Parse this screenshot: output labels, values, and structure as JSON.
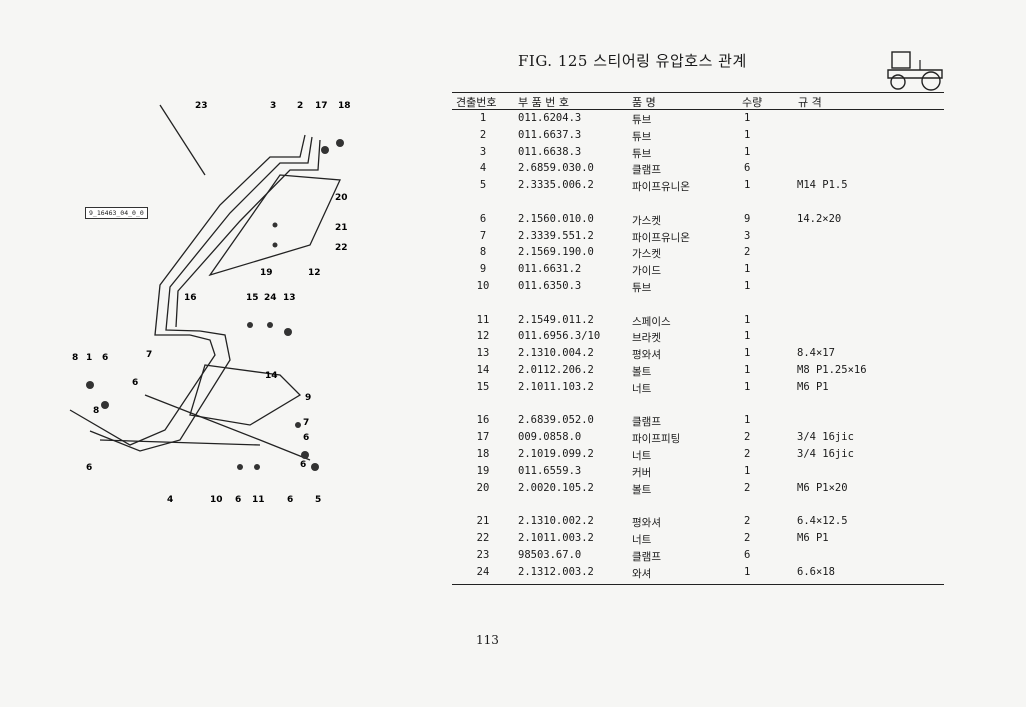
{
  "header": {
    "title": "FIG. 125 스티어링 유압호스 관계",
    "col_no": "견출번호",
    "col_part": "부 품 번 호",
    "col_name": "품     명",
    "col_qty": "수량",
    "col_spec": "규          격"
  },
  "diagram": {
    "ref_code": "9_16463_04_0_0",
    "callouts": [
      "23",
      "3",
      "2",
      "17",
      "18",
      "20",
      "21",
      "22",
      "19",
      "12",
      "16",
      "15",
      "24",
      "13",
      "8",
      "1",
      "6",
      "7",
      "6",
      "14",
      "9",
      "8",
      "6",
      "7",
      "6",
      "6",
      "4",
      "10",
      "6",
      "11",
      "6",
      "5"
    ]
  },
  "parts": [
    {
      "no": "1",
      "part": "011.6204.3",
      "name": "튜브",
      "qty": "1",
      "spec": ""
    },
    {
      "no": "2",
      "part": "011.6637.3",
      "name": "튜브",
      "qty": "1",
      "spec": ""
    },
    {
      "no": "3",
      "part": "011.6638.3",
      "name": "튜브",
      "qty": "1",
      "spec": ""
    },
    {
      "no": "4",
      "part": "2.6859.030.0",
      "name": "클램프",
      "qty": "6",
      "spec": ""
    },
    {
      "no": "5",
      "part": "2.3335.006.2",
      "name": "파이프유니온",
      "qty": "1",
      "spec": "M14 P1.5"
    },
    {
      "no": "6",
      "part": "2.1560.010.0",
      "name": "가스켓",
      "qty": "9",
      "spec": "14.2×20"
    },
    {
      "no": "7",
      "part": "2.3339.551.2",
      "name": "파이프유니온",
      "qty": "3",
      "spec": ""
    },
    {
      "no": "8",
      "part": "2.1569.190.0",
      "name": "가스켓",
      "qty": "2",
      "spec": ""
    },
    {
      "no": "9",
      "part": "011.6631.2",
      "name": "가이드",
      "qty": "1",
      "spec": ""
    },
    {
      "no": "10",
      "part": "011.6350.3",
      "name": "튜브",
      "qty": "1",
      "spec": ""
    },
    {
      "no": "11",
      "part": "2.1549.011.2",
      "name": "스페이스",
      "qty": "1",
      "spec": ""
    },
    {
      "no": "12",
      "part": "011.6956.3/10",
      "name": "브라켓",
      "qty": "1",
      "spec": ""
    },
    {
      "no": "13",
      "part": "2.1310.004.2",
      "name": "평와셔",
      "qty": "1",
      "spec": "8.4×17"
    },
    {
      "no": "14",
      "part": "2.0112.206.2",
      "name": "볼트",
      "qty": "1",
      "spec": "M8 P1.25×16"
    },
    {
      "no": "15",
      "part": "2.1011.103.2",
      "name": "너트",
      "qty": "1",
      "spec": "M6 P1"
    },
    {
      "no": "16",
      "part": "2.6839.052.0",
      "name": "클램프",
      "qty": "1",
      "spec": ""
    },
    {
      "no": "17",
      "part": "009.0858.0",
      "name": "파이프피팅",
      "qty": "2",
      "spec": "3/4 16jic"
    },
    {
      "no": "18",
      "part": "2.1019.099.2",
      "name": "너트",
      "qty": "2",
      "spec": "3/4 16jic"
    },
    {
      "no": "19",
      "part": "011.6559.3",
      "name": "커버",
      "qty": "1",
      "spec": ""
    },
    {
      "no": "20",
      "part": "2.0020.105.2",
      "name": "볼트",
      "qty": "2",
      "spec": "M6 P1×20"
    },
    {
      "no": "21",
      "part": "2.1310.002.2",
      "name": "평와셔",
      "qty": "2",
      "spec": "6.4×12.5"
    },
    {
      "no": "22",
      "part": "2.1011.003.2",
      "name": "너트",
      "qty": "2",
      "spec": "M6 P1"
    },
    {
      "no": "23",
      "part": "98503.67.0",
      "name": "클램프",
      "qty": "6",
      "spec": ""
    },
    {
      "no": "24",
      "part": "2.1312.003.2",
      "name": "와셔",
      "qty": "1",
      "spec": "6.6×18"
    }
  ],
  "footer": {
    "page_number": "113"
  }
}
